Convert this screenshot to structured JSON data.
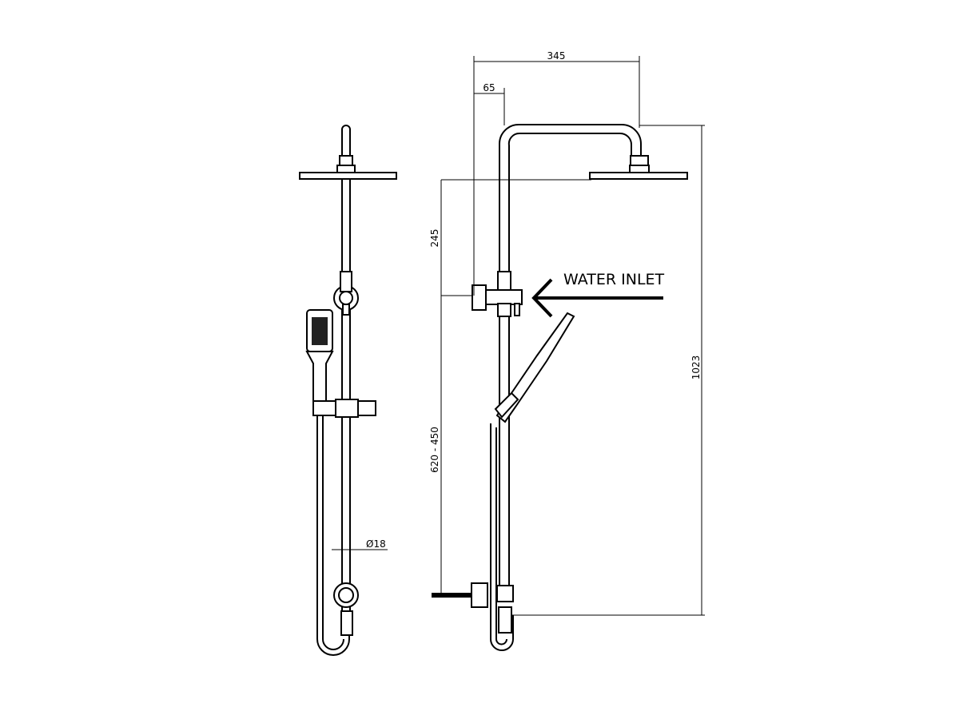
{
  "drawing": {
    "dimensions": {
      "arm_reach": "345",
      "arm_offset": "65",
      "head_to_inlet": "245",
      "inlet_to_bottom": "620 - 450",
      "total_height": "1023",
      "rail_diameter": "Ø18"
    },
    "annotations": {
      "water_inlet": "WATER INLET"
    }
  }
}
